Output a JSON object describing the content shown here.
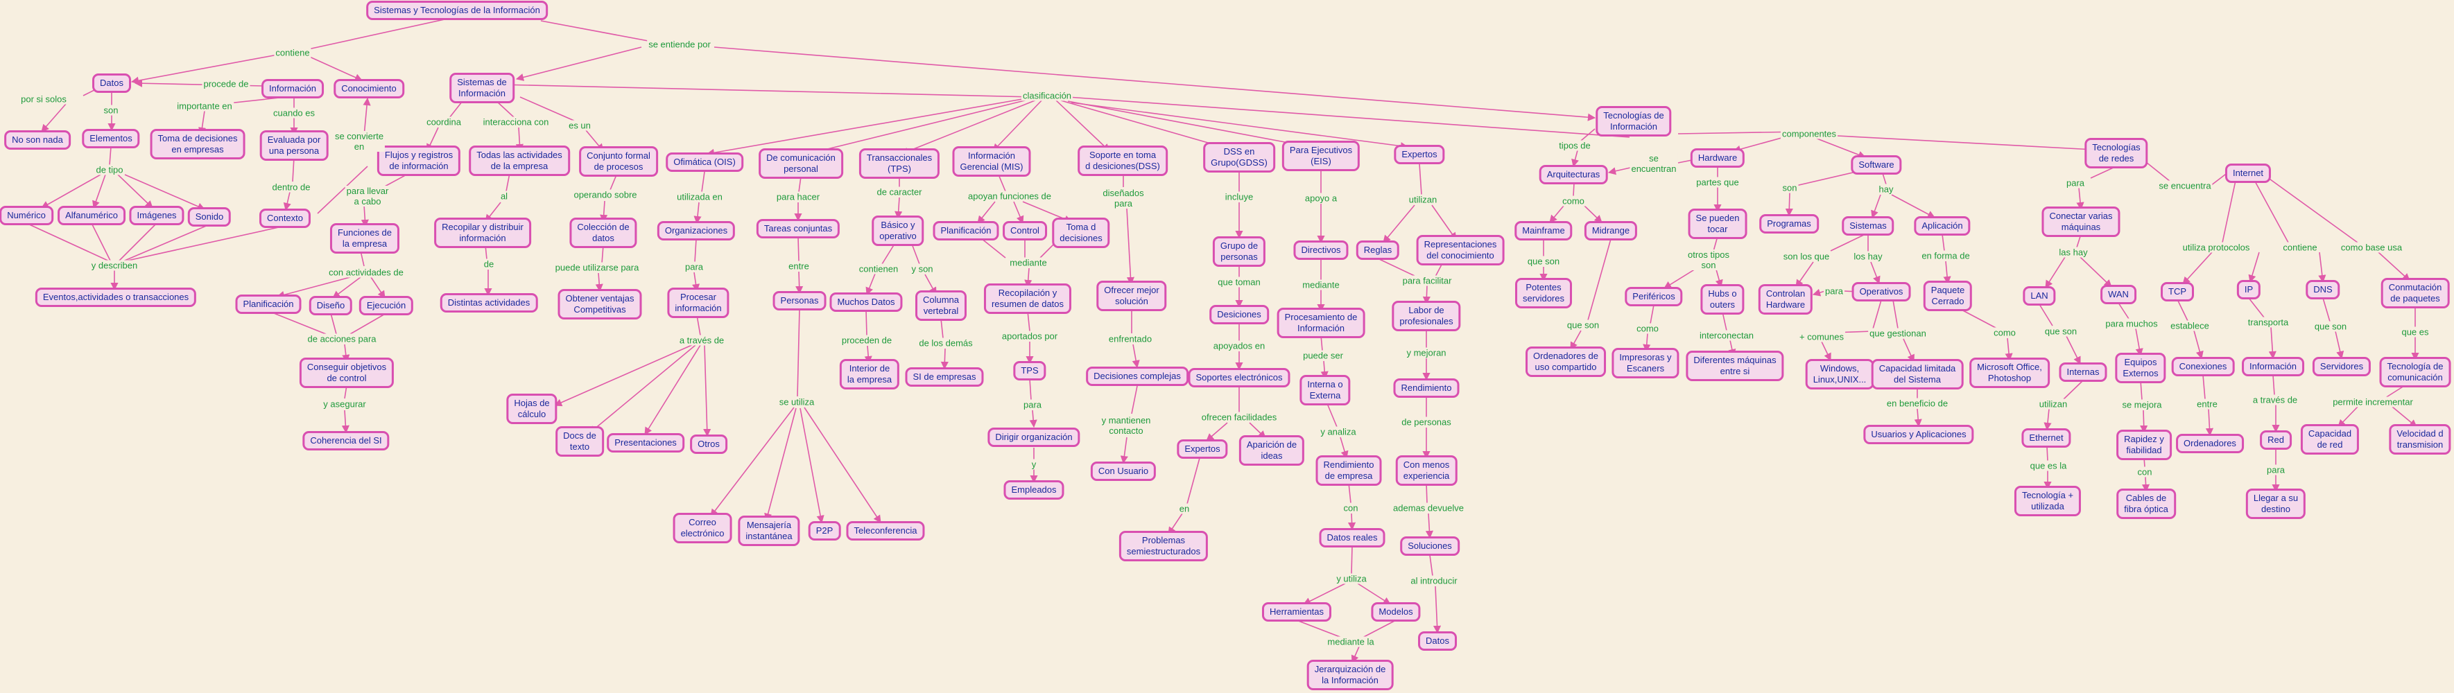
{
  "nodes": {
    "root": "Sistemas y Tecnologías de la Información",
    "datos": "Datos",
    "informacion": "Información",
    "conocimiento": "Conocimiento",
    "no_son_nada": "No son nada",
    "elementos": "Elementos",
    "toma_decisiones_empresas": "Toma de decisiones\nen empresas",
    "evaluada_por": "Evaluada por\nuna persona",
    "numerico": "Numérico",
    "alfanumerico": "Alfanumérico",
    "imagenes": "Imágenes",
    "sonido": "Sonido",
    "contexto": "Contexto",
    "eventos": "Eventos,actividades o transacciones",
    "sistemas_info": "Sistemas de\nInformación",
    "flujos": "Flujos y registros\nde información",
    "todas_actividades": "Todas las actividades\nde la empresa",
    "conjunto_formal": "Conjunto formal\nde procesos",
    "funciones_empresa": "Funciones de\nla empresa",
    "recopilar": "Recopilar y distribuir\ninformación",
    "coleccion_datos": "Colección de\ndatos",
    "planificacion": "Planificación",
    "diseno": "Diseño",
    "ejecucion": "Ejecución",
    "distintas_actividades": "Distintas actividades",
    "obtener_ventajas": "Obtener ventajas\nCompetitivas",
    "conseguir_objetivos": "Conseguir objetivos\nde control",
    "coherencia": "Coherencia del SI",
    "ofimatica": "Ofimática (OIS)",
    "organizaciones": "Organizaciones",
    "procesar_info": "Procesar\ninformación",
    "hojas_calculo": "Hojas de\ncálculo",
    "docs_texto": "Docs de\ntexto",
    "presentaciones": "Presentaciones",
    "otros": "Otros",
    "comunicacion_personal": "De comunicación\npersonal",
    "tareas_conjuntas": "Tareas conjuntas",
    "personas": "Personas",
    "correo": "Correo\nelectrónico",
    "mensajeria": "Mensajería\ninstantánea",
    "p2p": "P2P",
    "teleconferencia": "Teleconferencia",
    "transaccionales": "Transaccionales\n(TPS)",
    "basico_operativo": "Básico y\noperativo",
    "muchos_datos": "Muchos Datos",
    "columna_vertebral": "Columna\nvertebral",
    "interior_empresa": "Interior de\nla empresa",
    "si_empresas": "SI de empresas",
    "mis": "Información\nGerencial (MIS)",
    "planificacion2": "Planificación",
    "control": "Control",
    "toma_d_decisiones": "Toma d\ndecisiones",
    "recopilacion_resumen": "Recopilación y\nresumen de datos",
    "tps": "TPS",
    "dirigir_organizacion": "Dirigir organización",
    "empleados": "Empleados",
    "dss": "Soporte en toma\nd desiciones(DSS)",
    "ofrecer_mejor": "Ofrecer mejor\nsolución",
    "decisiones_complejas": "Decisiones complejas",
    "con_usuario": "Con Usuario",
    "gdss": "DSS en\nGrupo(GDSS)",
    "grupo_personas": "Grupo de\npersonas",
    "desiciones": "Desiciones",
    "soportes_electronicos": "Soportes electrónicos",
    "expertos2": "Expertos",
    "aparicion_ideas": "Aparición de\nideas",
    "problemas_semi": "Problemas\nsemiestructurados",
    "eis": "Para Ejecutivos\n(EIS)",
    "directivos": "Directivos",
    "procesamiento_info": "Procesamiento de\nInformación",
    "interna_externa": "Interna o\nExterna",
    "rendimiento_empresa": "Rendimiento\nde empresa",
    "datos_reales": "Datos reales",
    "herramientas": "Herramientas",
    "modelos": "Modelos",
    "jerarquizacion": "Jerarquización de\nla Información",
    "expertos": "Expertos",
    "reglas": "Reglas",
    "representaciones": "Representaciones\ndel conocimiento",
    "labor_profesionales": "Labor de\nprofesionales",
    "rendimiento": "Rendimiento",
    "con_menos_exp": "Con menos\nexperiencia",
    "soluciones": "Soluciones",
    "datos2": "Datos",
    "tec_info": "Tecnologías de\nInformación",
    "arquitecturas": "Arquitecturas",
    "mainframe": "Mainframe",
    "midrange": "Midrange",
    "potentes_servidores": "Potentes\nservidores",
    "ordenadores_compartido": "Ordenadores de\nuso compartido",
    "hardware": "Hardware",
    "se_pueden_tocar": "Se pueden\ntocar",
    "perifericos": "Periféricos",
    "hubs_outers": "Hubs o\nouters",
    "impresoras": "Impresoras y\nEscaners",
    "diferentes_maquinas": "Diferentes máquinas\nentre si",
    "software": "Software",
    "programas": "Programas",
    "sistemas": "Sistemas",
    "aplicacion": "Aplicación",
    "controlan_hardware": "Controlan\nHardware",
    "operativos": "Operativos",
    "windows": "Windows,\nLinux,UNIX...",
    "capacidad_limitada": "Capacidad limitada\ndel Sistema",
    "paquete_cerrado": "Paquete\nCerrado",
    "ms_office": "Microsoft Office,\nPhotoshop",
    "usuarios_aplicaciones": "Usuarios y Aplicaciones",
    "tec_redes": "Tecnologías\nde redes",
    "conectar_maquinas": "Conectar varias\nmáquinas",
    "lan": "LAN",
    "wan": "WAN",
    "internas": "Internas",
    "ethernet": "Ethernet",
    "tecnologia_utilizada": "Tecnología +\nutilizada",
    "equipos_externos": "Equipos\nExternos",
    "rapidez": "Rapidez y\nfiabilidad",
    "cables_fibra": "Cables de\nfibra óptica",
    "internet": "Internet",
    "tcp": "TCP",
    "ip": "IP",
    "dns": "DNS",
    "conexiones": "Conexiones",
    "ordenadores": "Ordenadores",
    "informacion2": "Información",
    "servidores": "Servidores",
    "red": "Red",
    "llegar_destino": "Llegar a su\ndestino",
    "conmutacion": "Conmutación\nde paquetes",
    "tec_comunicacion": "Tecnología de\ncomunicación",
    "capacidad_red": "Capacidad\nde red",
    "velocidad": "Velocidad d\ntransmision"
  },
  "labels": {
    "contiene": "contiene",
    "se_entiende_por": "se entiende por",
    "procede_de": "procede de",
    "por_si_solos": "por si solos",
    "son": "son",
    "importante_en": "importante en",
    "cuando_es": "cuando es",
    "de_tipo": "de tipo",
    "dentro_de": "dentro de",
    "se_convierte_en": "se convierte\nen",
    "y_describen": "y describen",
    "clasificacion": "clasificación",
    "coordina": "coordina",
    "interacciona_con": "interacciona con",
    "es_un": "es un",
    "para_llevar_a_cabo": "para llevar\na cabo",
    "al": "al",
    "operando_sobre": "operando sobre",
    "con_actividades_de": "con actividades de",
    "de": "de",
    "puede_utilizarse_para": "puede utilizarse para",
    "de_acciones_para": "de acciones para",
    "y_asegurar": "y asegurar",
    "utilizada_en": "utilizada en",
    "para": "para",
    "a_traves_de": "a través de",
    "para_hacer": "para hacer",
    "entre": "entre",
    "se_utiliza": "se utiliza",
    "de_caracter": "de caracter",
    "contienen": "contienen",
    "y_son": "y son",
    "proceden_de": "proceden de",
    "de_los_demas": "de los demás",
    "apoyan_funciones_de": "apoyan funciones de",
    "mediante": "mediante",
    "aportados_por": "aportados por",
    "para2": "para",
    "y": "y",
    "disenados_para": "diseñados\npara",
    "enfrentado": "enfrentado",
    "y_mantienen_contacto": "y mantienen\ncontacto",
    "incluye": "incluye",
    "que_toman": "que toman",
    "apoyados_en": "apoyados en",
    "ofrecen_facilidades": "ofrecen facilidades",
    "en": "en",
    "apoyo_a": "apoyo a",
    "mediante2": "mediante",
    "puede_ser": "puede ser",
    "y_analiza": "y analiza",
    "con": "con",
    "y_utiliza": "y utiliza",
    "mediante_la": "mediante la",
    "utilizan": "utilizan",
    "para_facilitar": "para facilitar",
    "y_mejoran": "y mejoran",
    "de_personas": "de personas",
    "ademas_devuelve": "ademas devuelve",
    "al_introducir": "al introducir",
    "componentes": "componentes",
    "tipos_de": "tipos de",
    "se_encuentran": "se\nencuentran",
    "como": "como",
    "que_son": "que son",
    "que_son2": "que son",
    "partes_que": "partes que",
    "otros_tipos_son": "otros tipos\nson",
    "como2": "como",
    "interconectan": "interconectan",
    "son2": "son",
    "hay": "hay",
    "son_los_que": "son los que",
    "los_hay": "los hay",
    "para3": "para",
    "mas_comunes": "+ comunes",
    "que_gestionan": "que gestionan",
    "en_beneficio_de": "en beneficio de",
    "en_forma_de": "en forma de",
    "como3": "como",
    "para4": "para",
    "se_encuentra": "se encuentra",
    "las_hay": "las hay",
    "que_son3": "que son",
    "utilizan2": "utilizan",
    "que_es_la": "que es la",
    "para_muchos": "para muchos",
    "se_mejora": "se mejora",
    "con2": "con",
    "utiliza_protocolos": "utiliza protocolos",
    "como_base_usa": "como base usa",
    "establece": "establece",
    "entre2": "entre",
    "transporta": "transporta",
    "a_traves_de2": "a través de",
    "para5": "para",
    "que_son4": "que son",
    "que_es": "que es",
    "permite_incrementar": "permite incrementar"
  }
}
